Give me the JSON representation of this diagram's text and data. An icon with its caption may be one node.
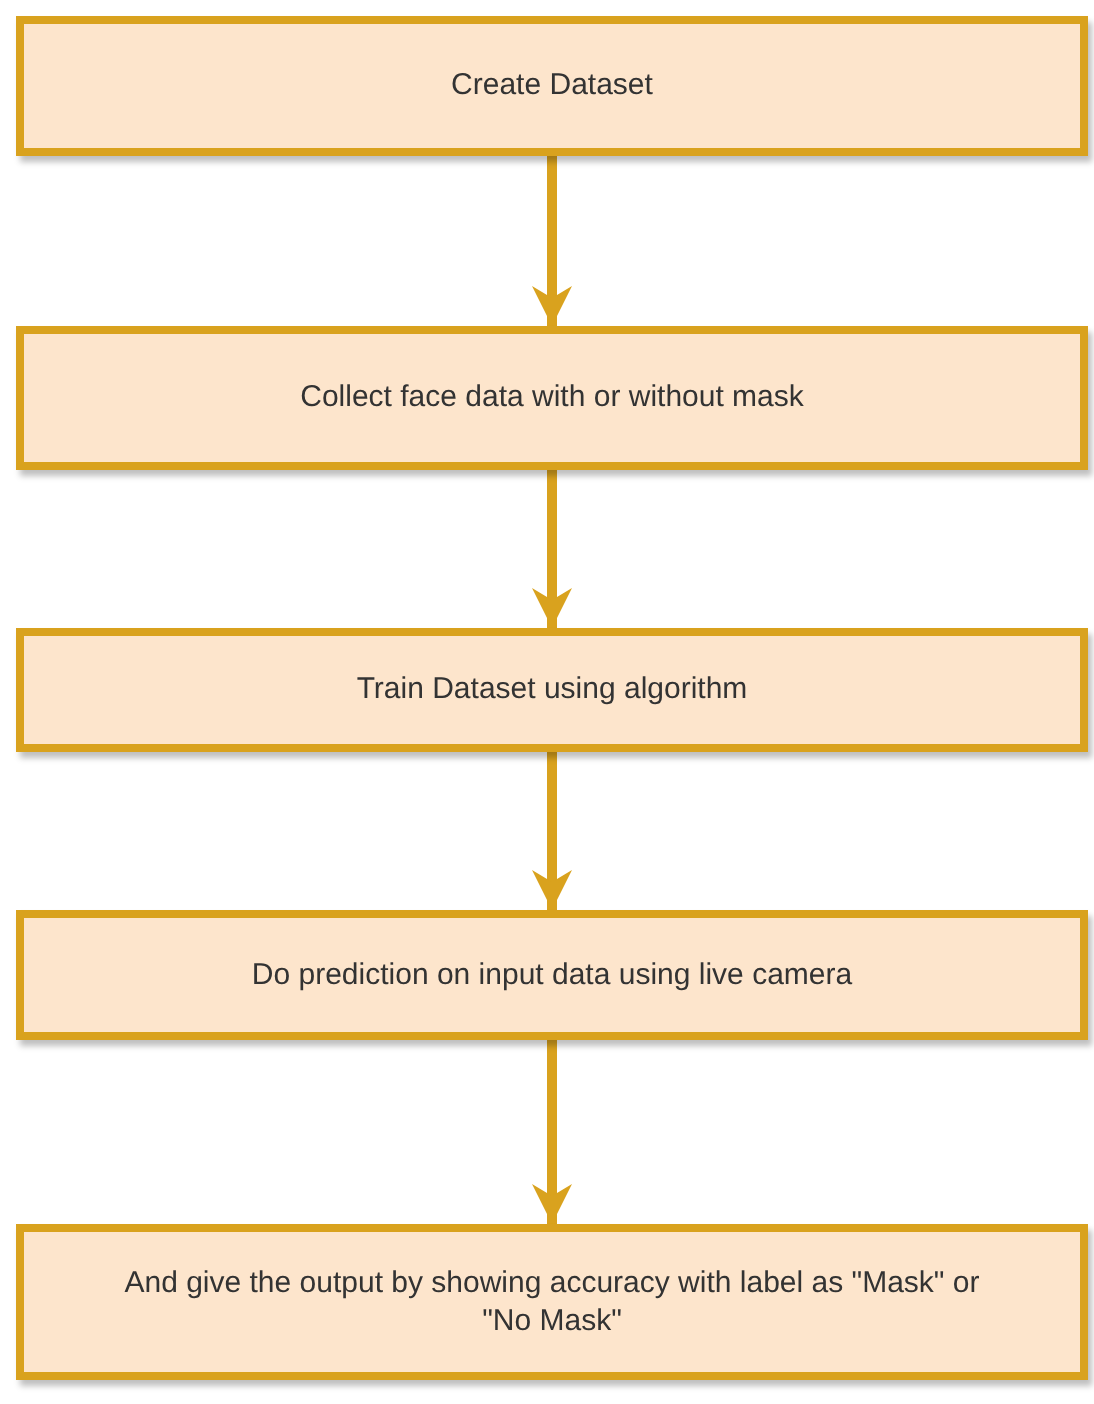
{
  "diagram": {
    "nodes": [
      {
        "text": [
          "Create Dataset"
        ]
      },
      {
        "text": [
          "Collect face data with or without mask"
        ]
      },
      {
        "text": [
          "Train Dataset using algorithm"
        ]
      },
      {
        "text": [
          "Do prediction on input data using live camera"
        ]
      },
      {
        "text": [
          "And give the output by showing accuracy with label as \"Mask\" or \"No Mask\""
        ]
      }
    ],
    "edges": [
      {
        "from": 0,
        "to": 1,
        "arrow": "to"
      },
      {
        "from": 1,
        "to": 2,
        "arrow": "to"
      },
      {
        "from": 2,
        "to": 3,
        "arrow": "to"
      },
      {
        "from": 3,
        "to": 4,
        "arrow": "to"
      }
    ]
  }
}
